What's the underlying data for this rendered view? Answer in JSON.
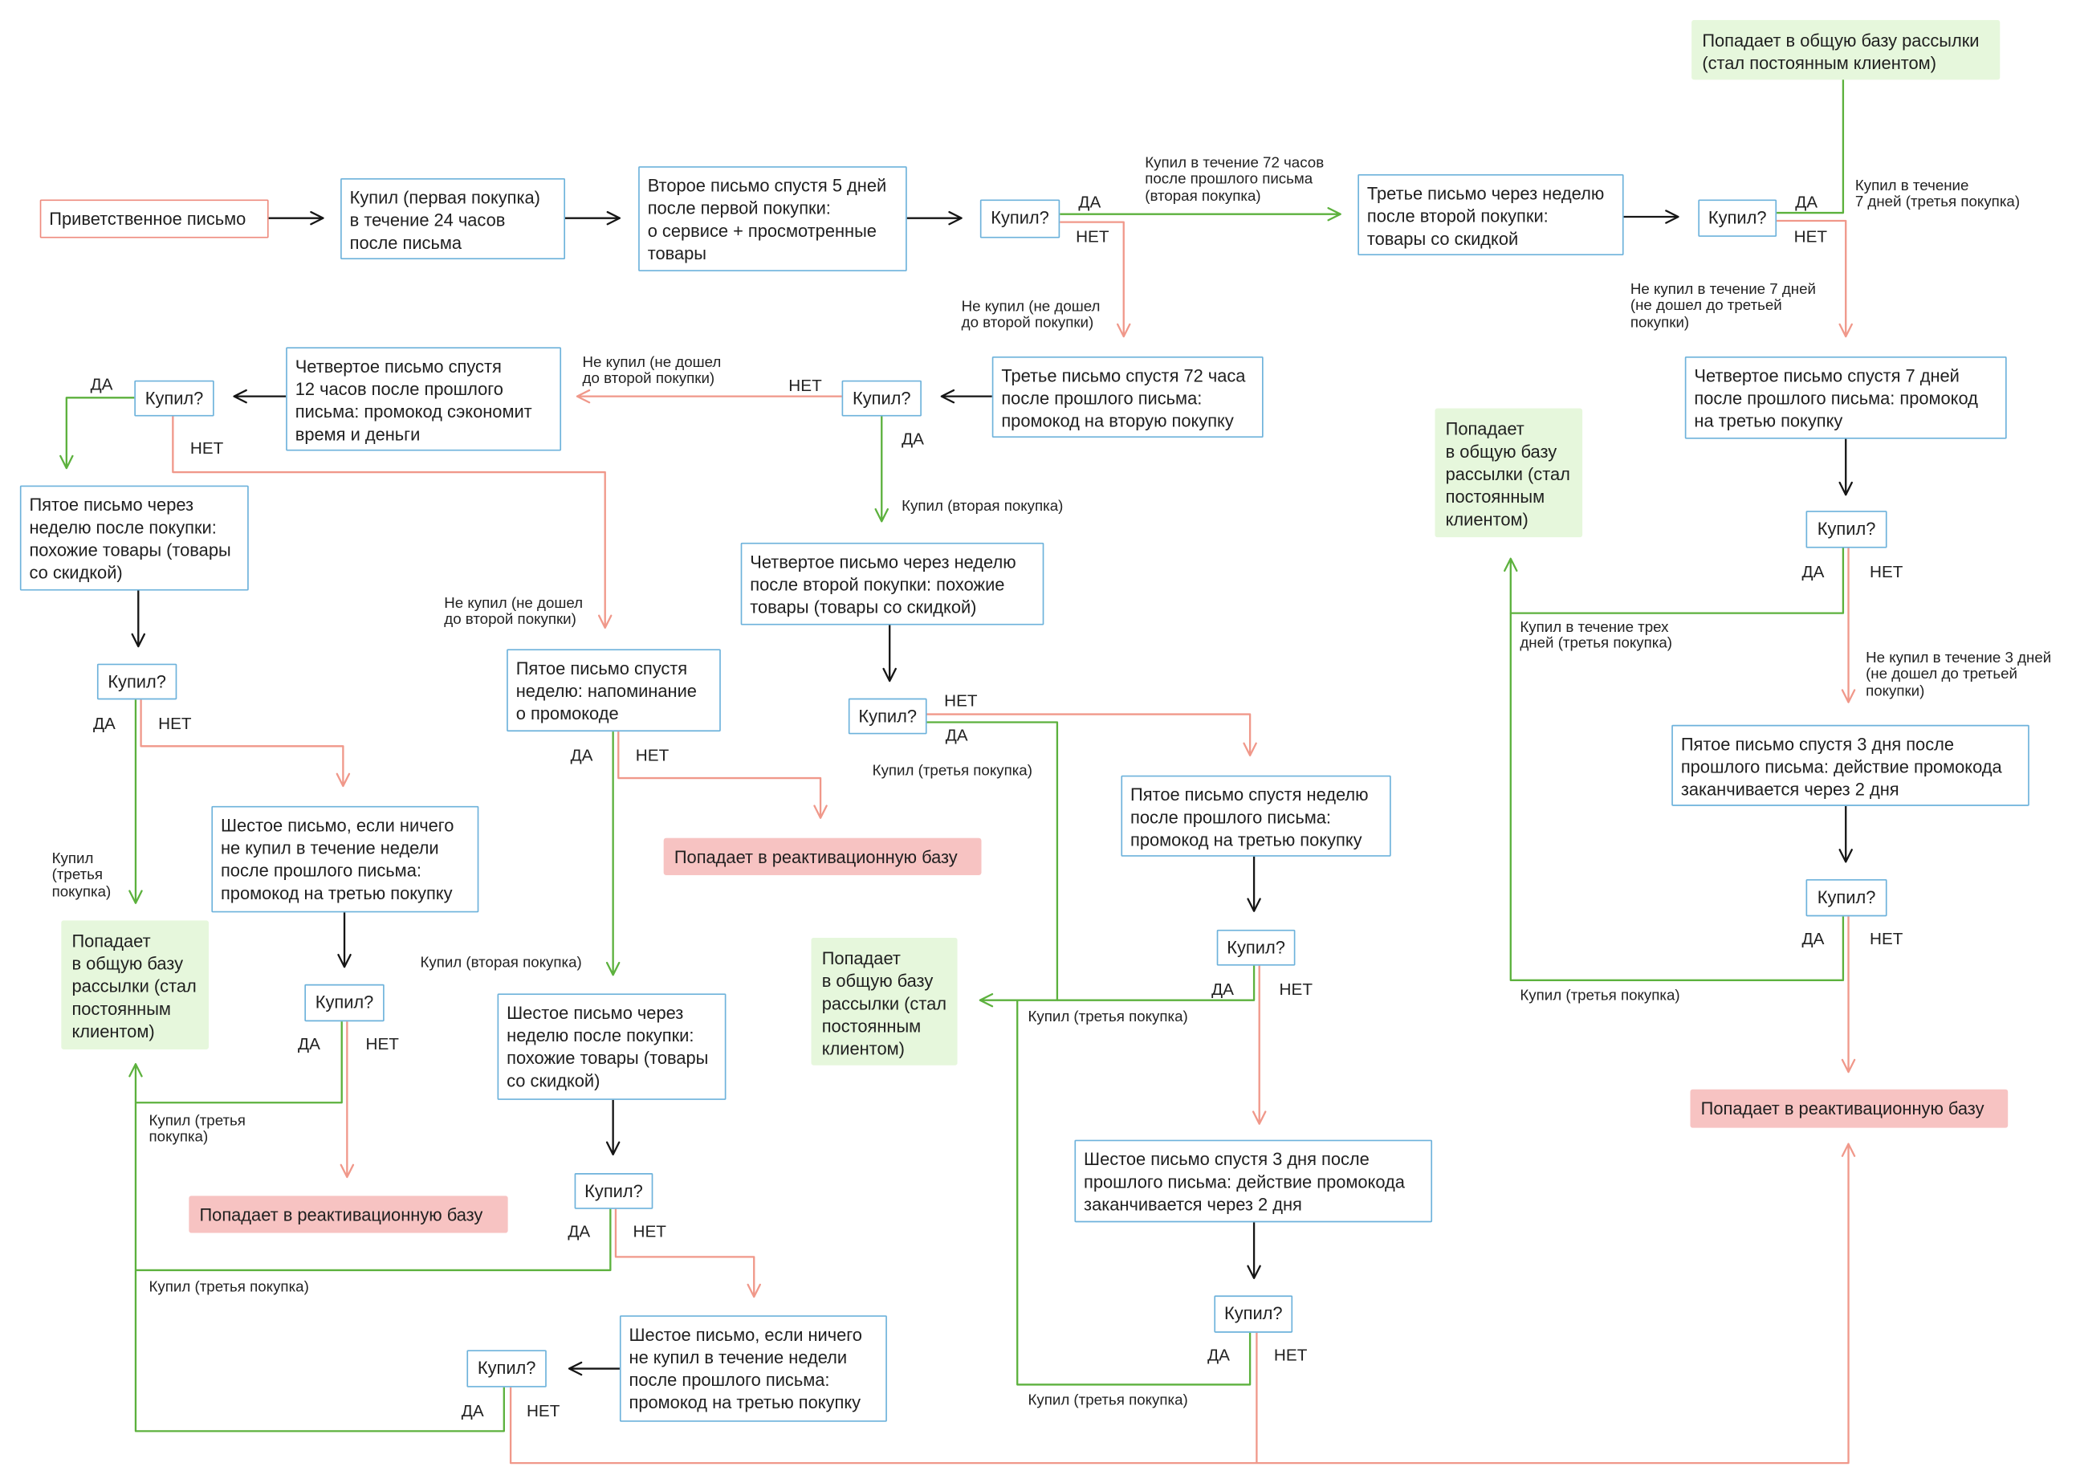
{
  "colors": {
    "box_border": "#6db2db",
    "start_border": "#ee8b7e",
    "yes_line": "#5cb13d",
    "no_line": "#f0988a",
    "arrow_black": "#151515",
    "subscriber_fill": "#e6f7dc",
    "reactivation_fill": "#f7c3c2"
  },
  "decision": {
    "label": "Купил?",
    "yes": "ДА",
    "no": "НЕТ"
  },
  "nodes": {
    "welcome": "Приветственное письмо",
    "first_purchase": "Купил (первая покупка)\nв течение 24 часов\nпосле письма",
    "second_email": "Второе письмо спустя 5 дней\nпосле первой покупки:\nо сервисе + просмотренные\nтовары",
    "third_email_week": "Третье письмо через неделю\nпосле второй покупки:\nтовары со скидкой",
    "fourth_email_7_days": "Четвертое письмо спустя 7 дней\nпосле прошлого письма: промокод\nна третью покупку",
    "fifth_email_3_days": "Пятое письмо спустя 3 дня после\nпрошлого письма: действие промокода\nзаканчивается через 2 дня",
    "third_email_72h": "Третье письмо спустя 72 часа\nпосле прошлого письма:\nпромокод на вторую покупку",
    "fourth_email_12h": "Четвертое письмо спустя\n12 часов после прошлого\nписьма: промокод сэкономит\nвремя и деньги",
    "fourth_email_week": "Четвертое письмо через неделю\nпосле второй покупки: похожие\nтовары (товары со скидкой)",
    "fifth_email_week": "Пятое письмо спустя неделю\nпосле прошлого письма:\nпромокод на третью покупку",
    "sixth_email_3_days": "Шестое письмо спустя 3 дня после\nпрошлого письма: действие промокода\nзаканчивается через 2 дня",
    "fifth_email_left": "Пятое письмо через\nнеделю после покупки:\nпохожие товары (товары\nсо скидкой)",
    "sixth_email_left": "Шестое письмо, если ничего\nне купил в течение недели\nпосле прошлого письма:\nпромокод на третью покупку",
    "fifth_email_reminder": "Пятое письмо спустя\nнеделю: напоминание\nо промокоде",
    "sixth_email_week": "Шестое письмо через\nнеделю после покупки:\nпохожие товары (товары\nсо скидкой)",
    "sixth_email_middle": "Шестое письмо, если ничего\nне купил в течение недели\nпосле прошлого письма:\nпромокод на третью покупку"
  },
  "outcomes": {
    "top_subscriber": "Попадает в общую базу рассылки\n(стал постоянным клиентом)",
    "right_subscriber": "Попадает\nв общую базу\nрассылки (стал\nпостоянным\nклиентом)",
    "middle_subscriber": "Попадает\nв общую базу\nрассылки (стал\nпостоянным\nклиентом)",
    "left_subscriber": "Попадает\nв общую базу\nрассылки (стал\nпостоянным\nклиентом)",
    "right_reactivation": "Попадает в реактивационную базу",
    "middle_reactivation": "Попадает в реактивационную базу",
    "left_reactivation": "Попадает в реактивационную базу"
  },
  "edge_labels": {
    "bought_within_72h": "Купил в течение 72 часов\nпосле прошлого письма\n(вторая покупка)",
    "not_bought_second_a": "Не купил (не дошел\nдо второй покупки)",
    "bought_within_7d": "Купил в течение\n7 дней (третья покупка)",
    "not_bought_7d": "Не купил в течение 7 дней\n(не дошел до третьей\nпокупки)",
    "bought_within_3d": "Купил в течение трех\nдней (третья покупка)",
    "not_bought_3d": "Не купил в течение 3 дней\n(не дошел до третьей\nпокупки)",
    "bought_third_right": "Купил (третья покупка)",
    "not_bought_second_b": "Не купил (не дошел\nдо второй покупки)",
    "not_bought_second_c": "Не купил (не дошел\nдо второй покупки)",
    "bought_second_a": "Купил (вторая покупка)",
    "bought_third_a": "Купил (третья покупка)",
    "bought_third_b": "Купил (третья покупка)",
    "bought_third_c": "Купил (третья покупка)",
    "bought_third_left_short": "Купил\n(третья\nпокупка)",
    "bought_third_left_two_lines": "Купил (третья\nпокупка)",
    "bought_second_b": "Купил (вторая покупка)",
    "bought_third_d": "Купил (третья покупка)"
  }
}
